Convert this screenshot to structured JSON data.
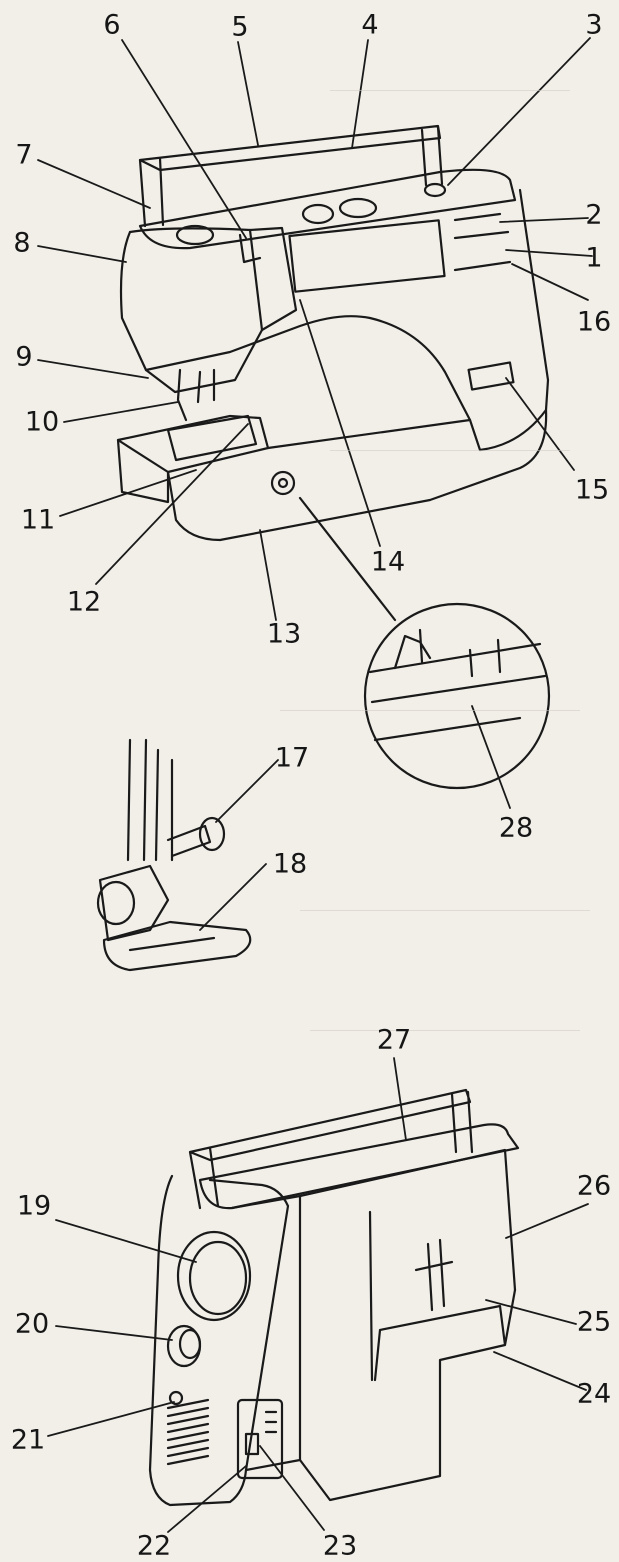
{
  "callouts": {
    "c1": "1",
    "c2": "2",
    "c3": "3",
    "c4": "4",
    "c5": "5",
    "c6": "6",
    "c7": "7",
    "c8": "8",
    "c9": "9",
    "c10": "10",
    "c11": "11",
    "c12": "12",
    "c13": "13",
    "c14": "14",
    "c15": "15",
    "c16": "16",
    "c17": "17",
    "c18": "18",
    "c19": "19",
    "c20": "20",
    "c21": "21",
    "c22": "22",
    "c23": "23",
    "c24": "24",
    "c25": "25",
    "c26": "26",
    "c27": "27",
    "c28": "28"
  },
  "colors": {
    "background": "#f1efe8",
    "ink": "#161616",
    "ghost_text": "#b9b6ae"
  }
}
